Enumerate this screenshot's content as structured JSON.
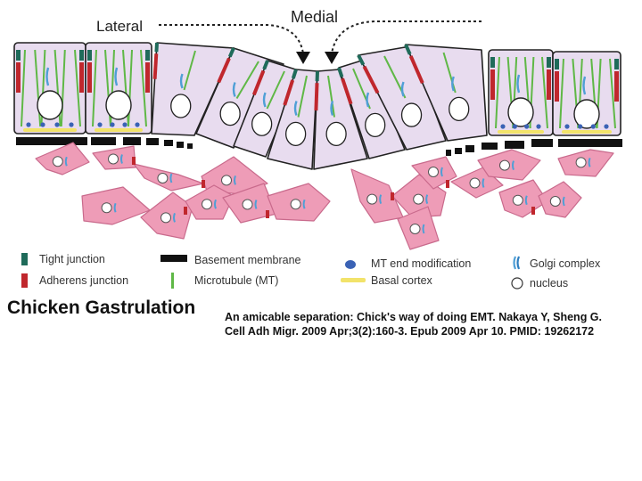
{
  "diagram": {
    "labels": {
      "lateral": "Lateral",
      "medial": "Medial"
    },
    "legend": [
      {
        "key": "tight",
        "text": "Tight junction",
        "color": "#1f6b5a"
      },
      {
        "key": "adherens",
        "text": "Adherens junction",
        "color": "#c0272d"
      },
      {
        "key": "basement",
        "text": "Basement membrane",
        "color": "#111111"
      },
      {
        "key": "microtubule",
        "text": "Microtubule (MT)",
        "color": "#5fb846"
      },
      {
        "key": "mt_end",
        "text": "MT end modification",
        "color": "#3a62b5"
      },
      {
        "key": "basal_cortex",
        "text": "Basal cortex",
        "color": "#f2e36a"
      },
      {
        "key": "golgi",
        "text": "Golgi complex",
        "color": "#4f9fd6"
      },
      {
        "key": "nucleus",
        "text": "nucleus",
        "color": "#ffffff"
      }
    ],
    "colors": {
      "cell_fill": "#e8dcef",
      "mesenchyme_fill": "#ee9cb7",
      "outline": "#222222"
    }
  },
  "caption": {
    "title": "Chicken Gastrulation",
    "reference_line1": "An amicable separation: Chick's way of doing EMT. Nakaya Y, Sheng G.",
    "reference_line2": "Cell Adh Migr. 2009 Apr;3(2):160-3. Epub 2009 Apr 10. PMID: 19262172"
  }
}
